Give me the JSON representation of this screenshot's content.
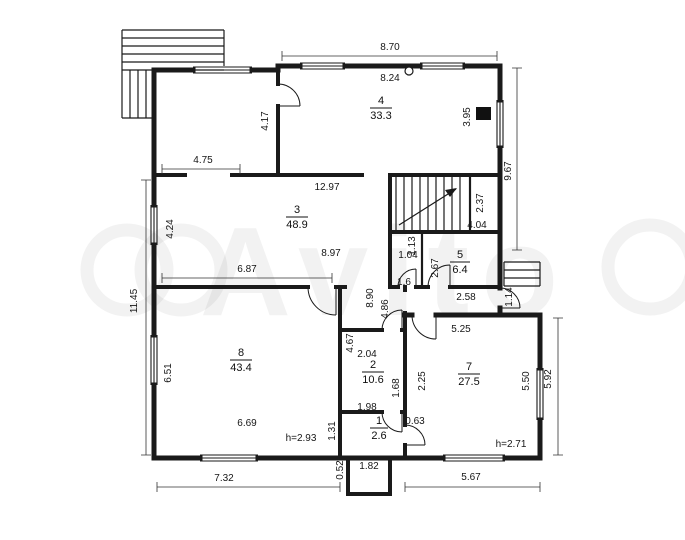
{
  "page": {
    "background": "#ffffff",
    "line_color": "#1a1a1a"
  },
  "watermark": {
    "text": "Avito"
  },
  "rooms": [
    {
      "num": "4",
      "area": "33.3"
    },
    {
      "num": "3",
      "area": "48.9"
    },
    {
      "num": "5",
      "area": "6.4"
    },
    {
      "num": "8",
      "area": "43.4"
    },
    {
      "num": "2",
      "area": "10.6"
    },
    {
      "num": "7",
      "area": "27.5"
    },
    {
      "num": "1",
      "area": "2.6"
    }
  ],
  "dims": [
    "8.70",
    "8.24",
    "4.17",
    "3.95",
    "9.67",
    "4.75",
    "12.97",
    "4.24",
    "2.37",
    "4.04",
    "8.97",
    "1.13",
    "1.04",
    "2.67",
    "1.6",
    "2.58",
    "8.90",
    "4.86",
    "1.14",
    "6.87",
    "11.45",
    "5.25",
    "4.67",
    "2.04",
    "6.51",
    "2.25",
    "5.50",
    "5.92",
    "1.68",
    "1.98",
    "0.63",
    "6.69",
    "h=2.93",
    "1.31",
    "h=2.71",
    "0.52",
    "1.82",
    "7.32",
    "5.67"
  ]
}
